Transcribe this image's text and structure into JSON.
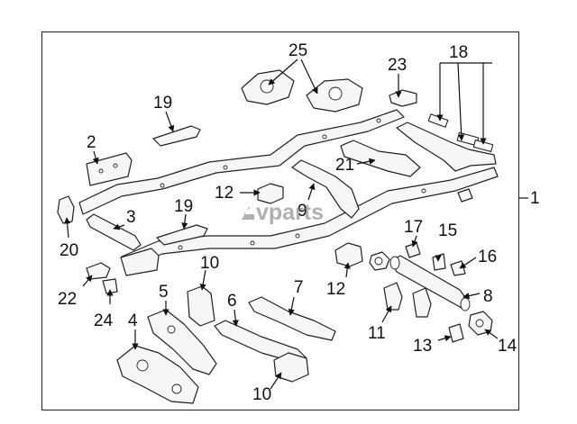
{
  "diagram": {
    "watermark": "vparts",
    "assembly_callout": "1",
    "callouts": [
      "2",
      "3",
      "4",
      "5",
      "6",
      "7",
      "8",
      "9",
      "10",
      "10",
      "11",
      "12",
      "12",
      "13",
      "14",
      "15",
      "16",
      "17",
      "18",
      "19",
      "19",
      "20",
      "21",
      "22",
      "23",
      "24",
      "25"
    ],
    "colors": {
      "line": "#222222",
      "fill": "#f6f6f6",
      "background": "#ffffff",
      "watermark": "#6f6f6f"
    }
  }
}
